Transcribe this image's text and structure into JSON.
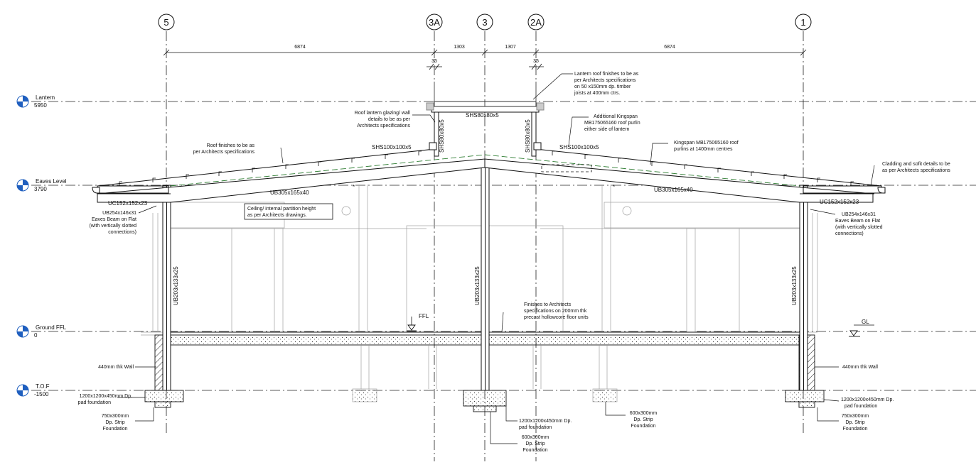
{
  "grids": [
    {
      "id": "g5",
      "label": "5"
    },
    {
      "id": "g3a",
      "label": "3A"
    },
    {
      "id": "g3",
      "label": "3"
    },
    {
      "id": "g2a",
      "label": "2A"
    },
    {
      "id": "g1",
      "label": "1"
    }
  ],
  "dimensions": {
    "bay_left": "6874",
    "bay_3a_3": "1303",
    "bay_3_2a": "1307",
    "bay_right": "6874",
    "offset_left": "35",
    "offset_right": "35"
  },
  "levels": {
    "lantern": {
      "name": "Lantern",
      "value": "5950"
    },
    "eaves": {
      "name": "Eaves Level",
      "value": "3790"
    },
    "ground": {
      "name": "Ground FFL",
      "value": "0"
    },
    "tof": {
      "name": "T.O.F",
      "value": "-1500"
    }
  },
  "members": {
    "lantern_beam": "SHS80x80x5",
    "lantern_post_left": "SHS80x80x5",
    "lantern_post_right": "SHS80x80x5",
    "shs_left": "SHS100x100x5",
    "shs_right": "SHS100x100x5",
    "rafter_left": "UB305x165x40",
    "rafter_right": "UB305x165x40",
    "uc_left": "UC152x152x23",
    "uc_right": "UC152x152x23",
    "col_left": "UB203x133x25",
    "col_mid": "UB203x133x25",
    "col_right": "UB203x133x25"
  },
  "markers": {
    "ffl": "FFL",
    "gl": "GL"
  },
  "notes": {
    "lantern_roof": [
      "Lantern roof finishes to be as",
      "per Architects specifications",
      "on 50 x150mm dp. timber",
      "joists at 400mm ctrs."
    ],
    "lantern_glazing": [
      "Roof lantern glazing/ wall",
      "details to be as per",
      "Architects specifications"
    ],
    "additional_kingspan": [
      "Additional Kingspan",
      "MB175065160 roof purlin",
      "either side of lantern"
    ],
    "kingspan_purlins": [
      "Kingspan MB175065160 roof",
      "purlins at 1400mm centres"
    ],
    "roof_finishes": [
      "Roof finishes to be as",
      "per Architects specifications"
    ],
    "cladding": [
      "Cladding and sofit  details to be",
      "as per Architects specifications"
    ],
    "eaves_beam_left": [
      "UB254x146x31",
      "Eaves Beam on Flat",
      "(with vertically slotted",
      "connections)"
    ],
    "eaves_beam_right": [
      "UB254x146x31",
      "Eaves Beam on Flat",
      "(with vertically slotted",
      "connections)"
    ],
    "ceiling": [
      "Ceiling/ internal partition height",
      "as per Architects drawings."
    ],
    "floor": [
      "Finishes to Architects",
      "specifications on 200mm thk",
      "precast hollowcore floor units"
    ],
    "wall_left": "440mm thk  Wall",
    "wall_right": "440mm thk  Wall",
    "pad_left": [
      "1200x1200x450mm Dp.",
      "pad foundation"
    ],
    "pad_right": [
      "1200x1200x450mm Dp.",
      "pad foundation"
    ],
    "pad_mid": [
      "1200x1200x450mm Dp.",
      "pad foundation"
    ],
    "strip_left": [
      "750x300mm",
      "Dp. Strip",
      "Foundation"
    ],
    "strip_right": [
      "750x300mm",
      "Dp. Strip",
      "Foundation"
    ],
    "strip_mid": [
      "600x300mm",
      "Dp. Strip",
      "Foundation"
    ],
    "strip_centre": [
      "600x300mm",
      "Dp. Strip",
      "Foundation"
    ]
  },
  "colors": {
    "line": "#111111",
    "ghost": "#9a9a9a",
    "green": "#2e7d32",
    "level_blue": "#1f5fbf"
  }
}
